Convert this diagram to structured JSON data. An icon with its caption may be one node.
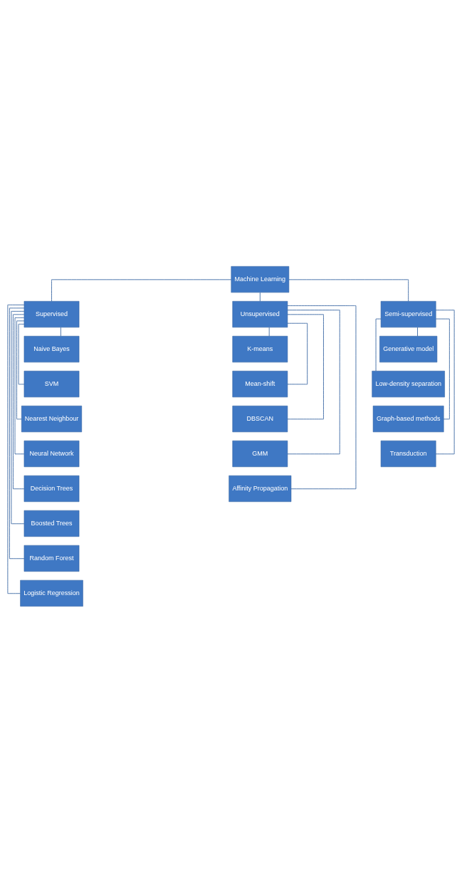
{
  "diagram": {
    "nodes": [
      {
        "text": [
          "Machine Learning"
        ]
      },
      {
        "text": [
          "Supervised"
        ]
      },
      {
        "text": [
          "Unsupervised"
        ]
      },
      {
        "text": [
          "Semi-supervised"
        ]
      },
      {
        "text": [
          "Naive Bayes"
        ]
      },
      {
        "text": [
          "SVM"
        ]
      },
      {
        "text": [
          "Nearest Neighbour"
        ]
      },
      {
        "text": [
          "Neural Network"
        ]
      },
      {
        "text": [
          "Decision Trees"
        ]
      },
      {
        "text": [
          "Boosted Trees"
        ]
      },
      {
        "text": [
          "Random Forest"
        ]
      },
      {
        "text": [
          "Logistic Regression"
        ]
      },
      {
        "text": [
          "K-means"
        ]
      },
      {
        "text": [
          "Mean-shift"
        ]
      },
      {
        "text": [
          "DBSCAN"
        ]
      },
      {
        "text": [
          "GMM"
        ]
      },
      {
        "text": [
          "Affinity Propagation"
        ]
      },
      {
        "text": [
          "Generative model"
        ]
      },
      {
        "text": [
          "Low-density separation"
        ]
      },
      {
        "text": [
          "Graph-based methods"
        ]
      },
      {
        "text": [
          "Transduction"
        ]
      }
    ],
    "edges": [
      {
        "from": 0,
        "to": 1,
        "arrow": "none"
      },
      {
        "from": 0,
        "to": 2,
        "arrow": "none"
      },
      {
        "from": 0,
        "to": 3,
        "arrow": "none"
      },
      {
        "from": 1,
        "to": 4,
        "arrow": "none"
      },
      {
        "from": 1,
        "to": 5,
        "arrow": "none"
      },
      {
        "from": 1,
        "to": 6,
        "arrow": "none"
      },
      {
        "from": 1,
        "to": 7,
        "arrow": "none"
      },
      {
        "from": 1,
        "to": 8,
        "arrow": "none"
      },
      {
        "from": 1,
        "to": 9,
        "arrow": "none"
      },
      {
        "from": 1,
        "to": 10,
        "arrow": "none"
      },
      {
        "from": 1,
        "to": 11,
        "arrow": "none"
      },
      {
        "from": 2,
        "to": 12,
        "arrow": "none"
      },
      {
        "from": 2,
        "to": 13,
        "arrow": "none"
      },
      {
        "from": 2,
        "to": 14,
        "arrow": "none"
      },
      {
        "from": 2,
        "to": 15,
        "arrow": "none"
      },
      {
        "from": 2,
        "to": 16,
        "arrow": "none"
      },
      {
        "from": 3,
        "to": 17,
        "arrow": "none"
      },
      {
        "from": 3,
        "to": 18,
        "arrow": "none"
      },
      {
        "from": 3,
        "to": 19,
        "arrow": "none"
      },
      {
        "from": 3,
        "to": 20,
        "arrow": "none"
      }
    ]
  }
}
